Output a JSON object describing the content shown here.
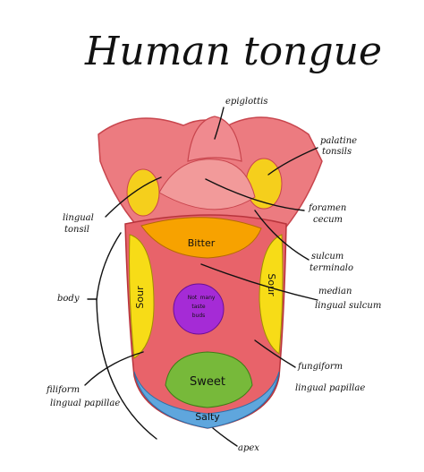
{
  "title": "Human tongue",
  "labels": {
    "epiglottis": "epiglottis",
    "palatine_tonsils": [
      "palatine",
      "tonsils"
    ],
    "foramen_cecum": [
      "foramen",
      "cecum"
    ],
    "lingual_tonsil": [
      "lingual",
      "tonsil"
    ],
    "sulcum_terminalo": [
      "sulcum",
      "terminalo"
    ],
    "median_lingual_sulcum": [
      "median",
      "lingual sulcum"
    ],
    "body": "body",
    "fungiform_lingual_papillae": [
      "fungiform",
      "lingual papillae"
    ],
    "filiform_lingual_papillae": [
      "filiform",
      "lingual papillae"
    ],
    "apex": "apex"
  },
  "taste_zones": {
    "bitter": "Bitter",
    "sour_left": "Sour",
    "sour_right": "Sour",
    "center": [
      "Not",
      "many",
      "taste",
      "buds"
    ],
    "sweet": "Sweet",
    "salty": "Salty"
  },
  "colors": {
    "tongue": "#e8636a",
    "tongue_dark": "#c8454d",
    "throat": "#ec7b80",
    "bitter": "#f7a200",
    "sour": "#f7dc17",
    "sweet": "#77b93a",
    "salty": "#5fa6dd",
    "center": "#a52bd6",
    "tonsil": "#f5cf1c"
  }
}
